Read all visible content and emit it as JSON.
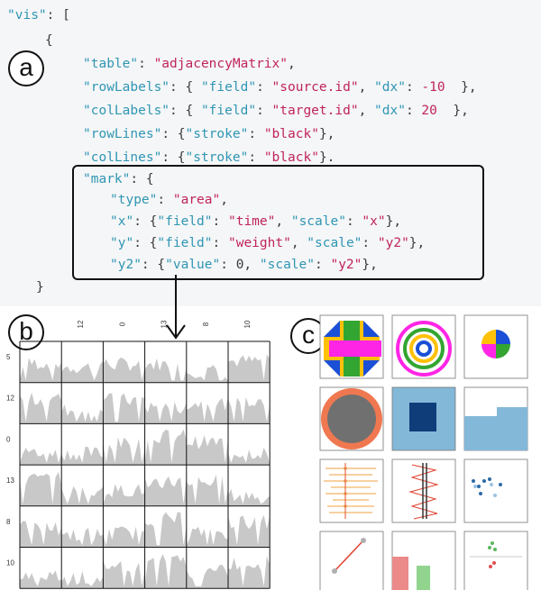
{
  "code": {
    "lines": [
      [
        {
          "t": "\"vis\"",
          "c": "k"
        },
        {
          "t": ": [",
          "c": "p"
        }
      ],
      [
        {
          "t": "{",
          "c": "p"
        }
      ],
      [
        {
          "t": "\"table\"",
          "c": "k"
        },
        {
          "t": ": ",
          "c": "p"
        },
        {
          "t": "\"adjacencyMatrix\"",
          "c": "s"
        },
        {
          "t": ",",
          "c": "p"
        }
      ],
      [
        {
          "t": "\"rowLabels\"",
          "c": "k"
        },
        {
          "t": ": { ",
          "c": "p"
        },
        {
          "t": "\"field\"",
          "c": "k"
        },
        {
          "t": ": ",
          "c": "p"
        },
        {
          "t": "\"source.id\"",
          "c": "s"
        },
        {
          "t": ", ",
          "c": "p"
        },
        {
          "t": "\"dx\"",
          "c": "k"
        },
        {
          "t": ": ",
          "c": "p"
        },
        {
          "t": "-10",
          "c": "s"
        },
        {
          "t": "  },",
          "c": "p"
        }
      ],
      [
        {
          "t": "\"colLabels\"",
          "c": "k"
        },
        {
          "t": ": { ",
          "c": "p"
        },
        {
          "t": "\"field\"",
          "c": "k"
        },
        {
          "t": ": ",
          "c": "p"
        },
        {
          "t": "\"target.id\"",
          "c": "s"
        },
        {
          "t": ", ",
          "c": "p"
        },
        {
          "t": "\"dx\"",
          "c": "k"
        },
        {
          "t": ": ",
          "c": "p"
        },
        {
          "t": "20",
          "c": "s"
        },
        {
          "t": "  },",
          "c": "p"
        }
      ],
      [
        {
          "t": "\"rowLines\"",
          "c": "k"
        },
        {
          "t": ": {",
          "c": "p"
        },
        {
          "t": "\"stroke\"",
          "c": "k"
        },
        {
          "t": ": ",
          "c": "p"
        },
        {
          "t": "\"black\"",
          "c": "s"
        },
        {
          "t": "},",
          "c": "p"
        }
      ],
      [
        {
          "t": "\"colLines\"",
          "c": "k"
        },
        {
          "t": ": {",
          "c": "p"
        },
        {
          "t": "\"stroke\"",
          "c": "k"
        },
        {
          "t": ": ",
          "c": "p"
        },
        {
          "t": "\"black\"",
          "c": "s"
        },
        {
          "t": "}.",
          "c": "p"
        }
      ],
      [
        {
          "t": "\"mark\"",
          "c": "k"
        },
        {
          "t": ": {",
          "c": "p"
        }
      ],
      [
        {
          "t": "\"type\"",
          "c": "k"
        },
        {
          "t": ": ",
          "c": "p"
        },
        {
          "t": "\"area\"",
          "c": "s"
        },
        {
          "t": ",",
          "c": "p"
        }
      ],
      [
        {
          "t": "\"x\"",
          "c": "k"
        },
        {
          "t": ": {",
          "c": "p"
        },
        {
          "t": "\"field\"",
          "c": "k"
        },
        {
          "t": ": ",
          "c": "p"
        },
        {
          "t": "\"time\"",
          "c": "s"
        },
        {
          "t": ", ",
          "c": "p"
        },
        {
          "t": "\"scale\"",
          "c": "k"
        },
        {
          "t": ": ",
          "c": "p"
        },
        {
          "t": "\"x\"",
          "c": "s"
        },
        {
          "t": "},",
          "c": "p"
        }
      ],
      [
        {
          "t": "\"y\"",
          "c": "k"
        },
        {
          "t": ": {",
          "c": "p"
        },
        {
          "t": "\"field\"",
          "c": "k"
        },
        {
          "t": ": ",
          "c": "p"
        },
        {
          "t": "\"weight\"",
          "c": "s"
        },
        {
          "t": ", ",
          "c": "p"
        },
        {
          "t": "\"scale\"",
          "c": "k"
        },
        {
          "t": ": ",
          "c": "p"
        },
        {
          "t": "\"y2\"",
          "c": "s"
        },
        {
          "t": "},",
          "c": "p"
        }
      ],
      [
        {
          "t": "\"y2\"",
          "c": "k"
        },
        {
          "t": ": {",
          "c": "p"
        },
        {
          "t": "\"value\"",
          "c": "k"
        },
        {
          "t": ": 0, ",
          "c": "p"
        },
        {
          "t": "\"scale\"",
          "c": "k"
        },
        {
          "t": ": ",
          "c": "p"
        },
        {
          "t": "\"y2\"",
          "c": "s"
        },
        {
          "t": "},",
          "c": "p"
        }
      ],
      [
        {
          "t": "}",
          "c": "p"
        }
      ]
    ]
  },
  "badges": {
    "a": "a",
    "b": "b",
    "c": "c"
  },
  "matrix": {
    "col_labels": [
      "12",
      "0",
      "13",
      "8",
      "10"
    ],
    "row_labels": [
      "5",
      "12",
      "0",
      "13",
      "8",
      "10"
    ]
  },
  "colors": {
    "key": "#2f96b4",
    "string": "#c0245a",
    "area": "#c8c8c8"
  }
}
